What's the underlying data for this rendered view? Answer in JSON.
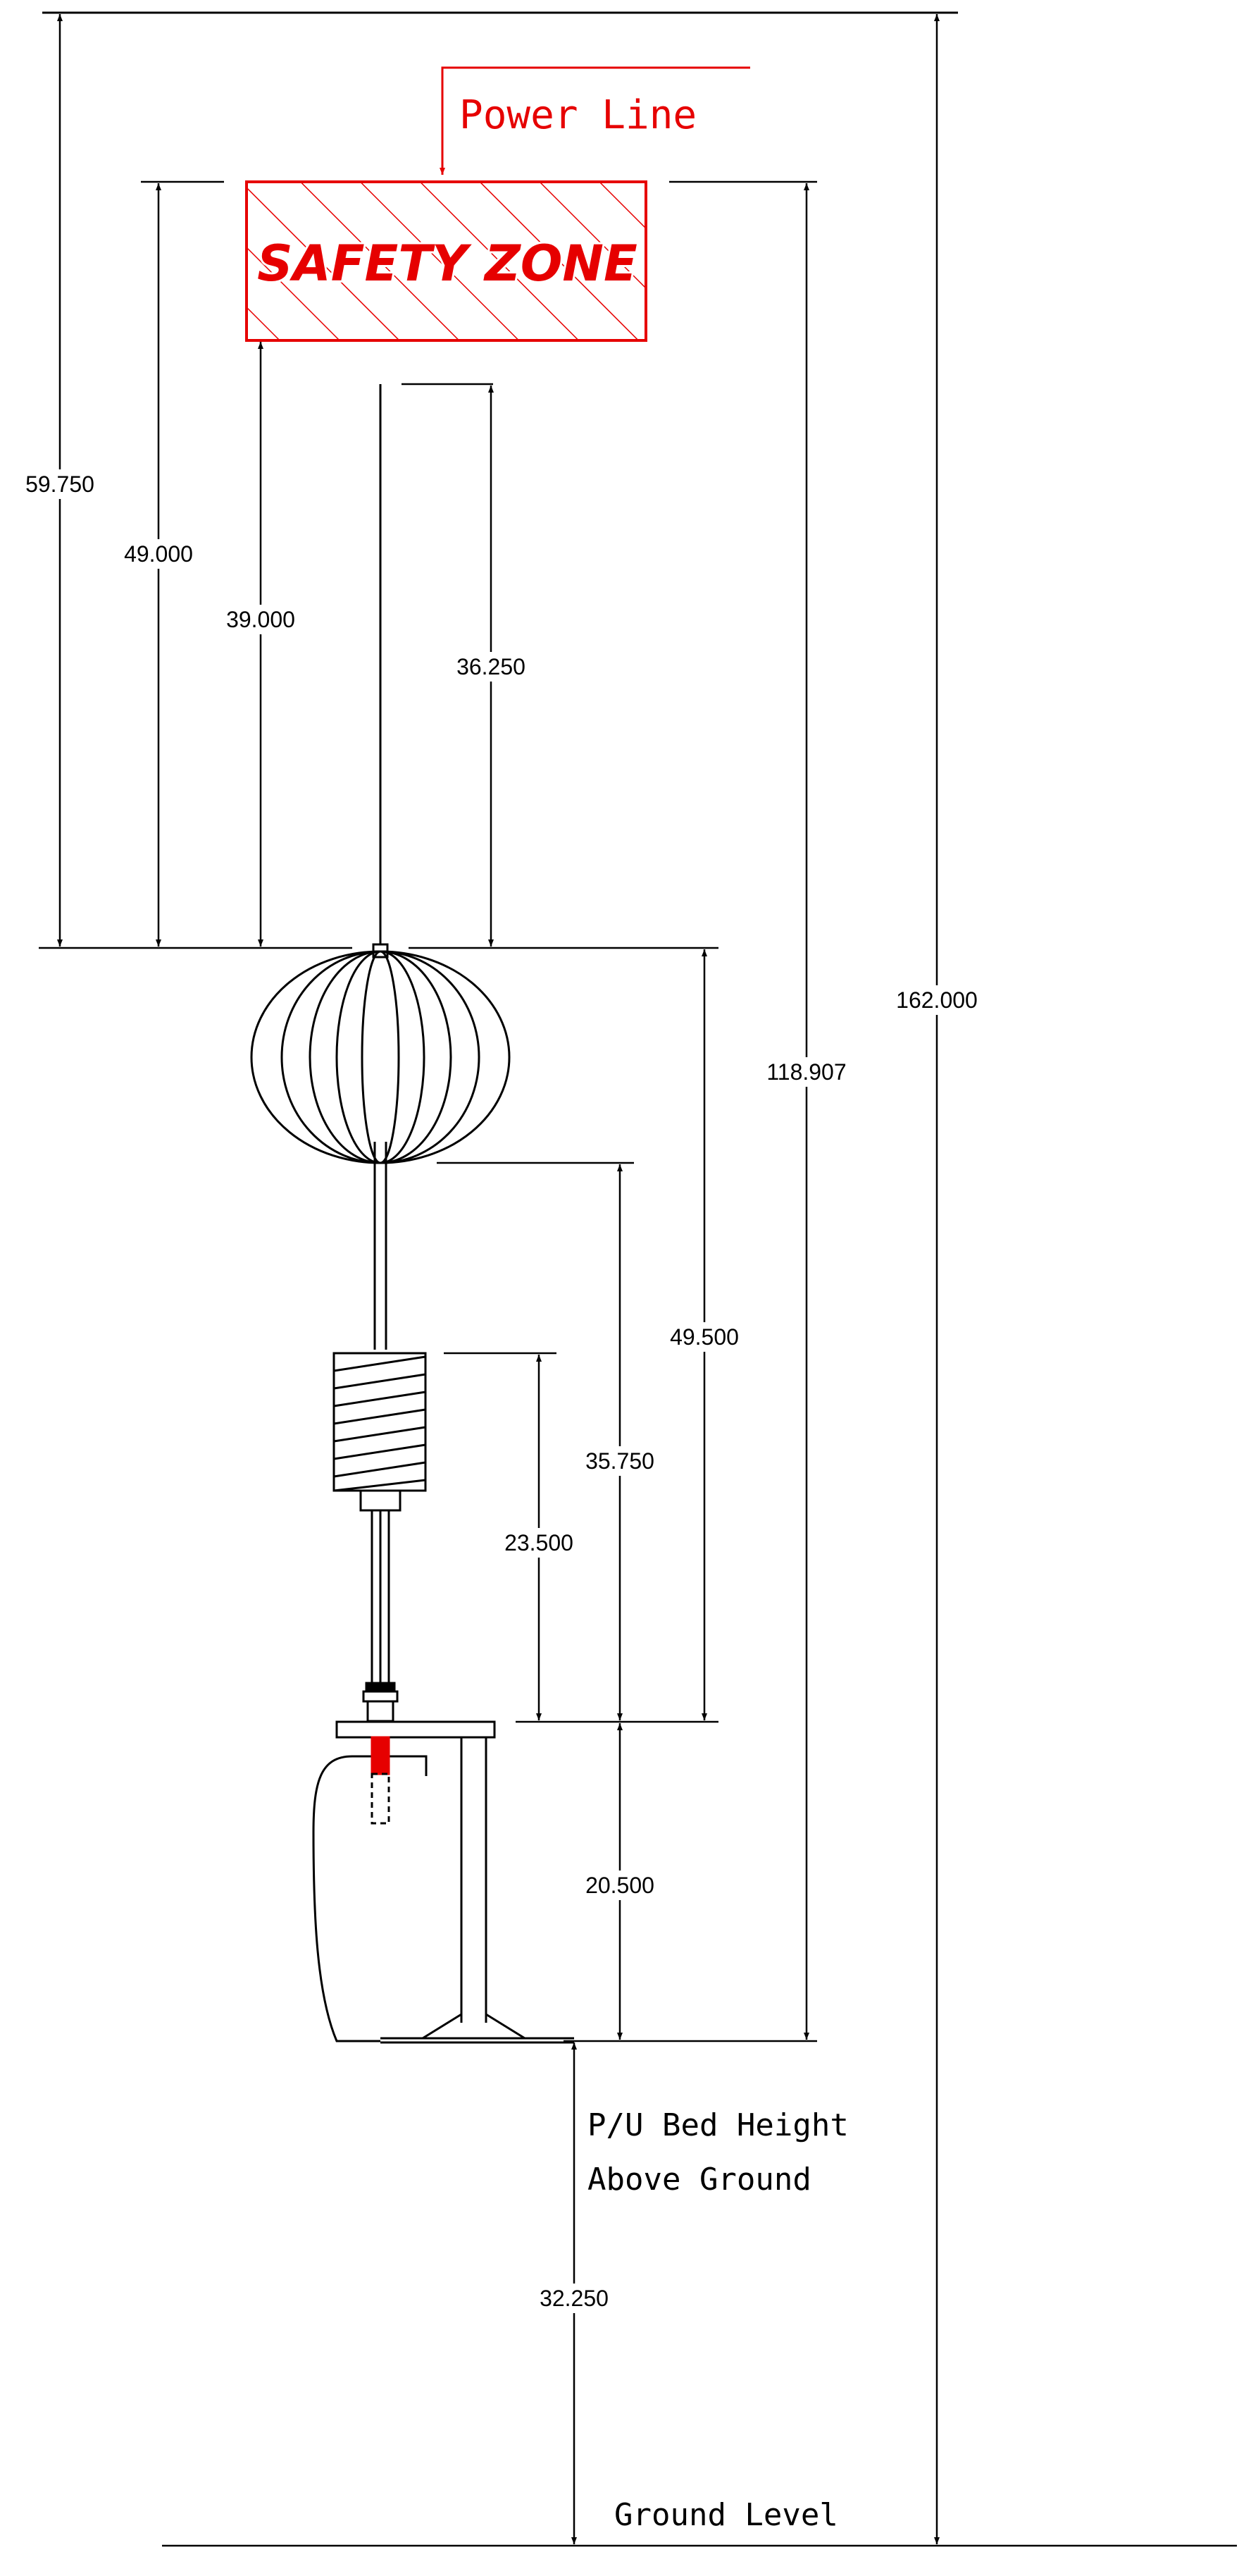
{
  "colors": {
    "line": "#000000",
    "accent": "#e60000"
  },
  "labels": {
    "power_line": "Power Line",
    "safety_zone": "SAFETY ZONE",
    "bed_height_line1": "P/U Bed Height",
    "bed_height_line2": "Above Ground",
    "ground_level": "Ground Level"
  },
  "dimensions": {
    "d_59_750": "59.750",
    "d_49_000": "49.000",
    "d_39_000": "39.000",
    "d_36_250": "36.250",
    "d_118_907": "118.907",
    "d_162_000": "162.000",
    "d_49_500": "49.500",
    "d_35_750": "35.750",
    "d_23_500": "23.500",
    "d_20_500": "20.500",
    "d_32_250": "32.250"
  },
  "icons": [
    "power-line-arrow-icon",
    "corona-ring-icon",
    "insulator-icon",
    "pickup-bed-mount-icon"
  ]
}
